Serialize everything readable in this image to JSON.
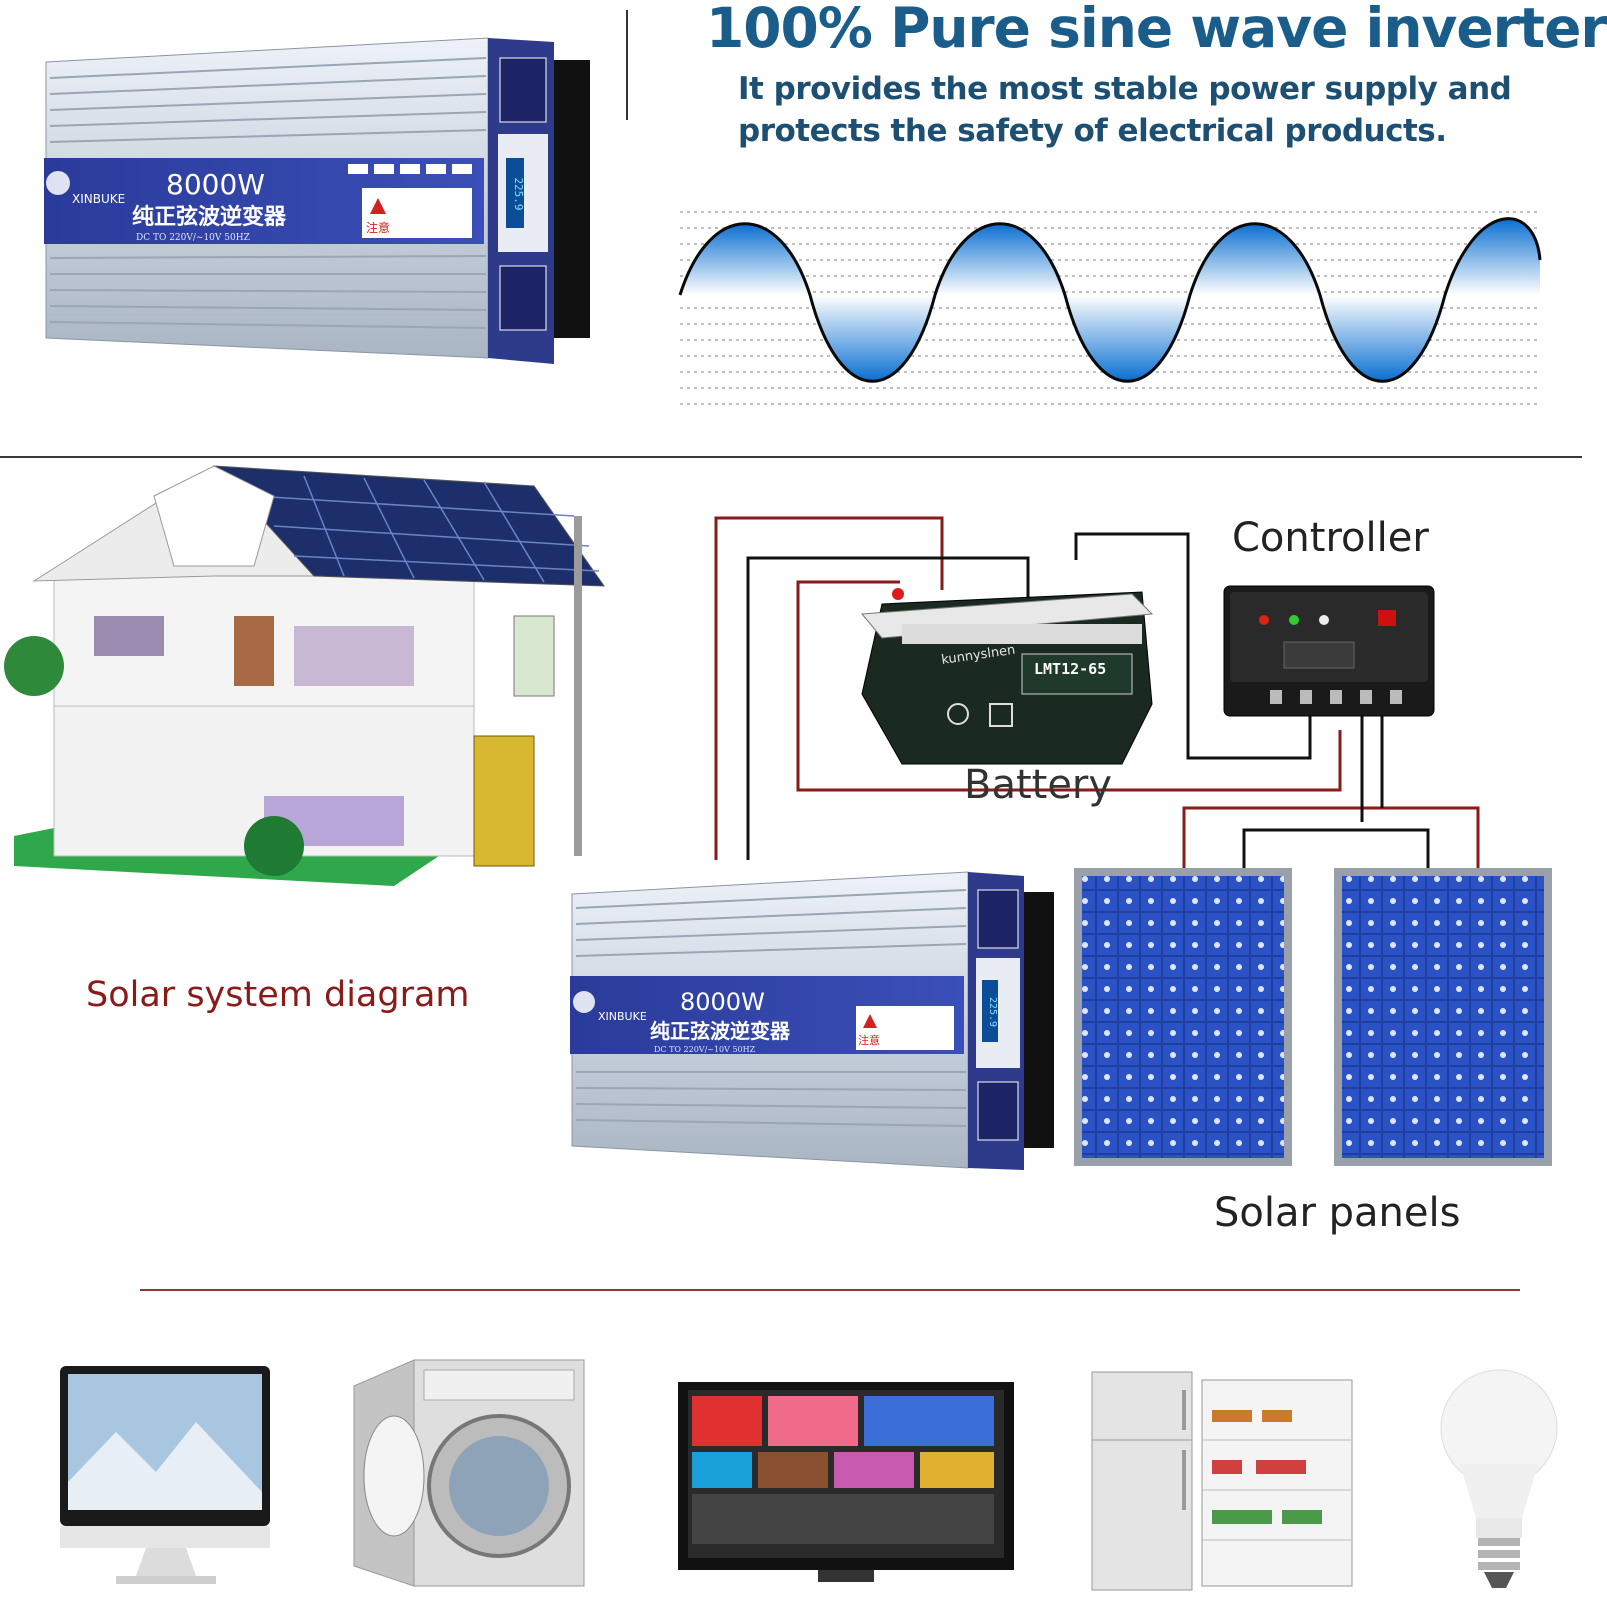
{
  "header": {
    "title": "100% Pure sine wave inverter",
    "subtitle_line1": "It provides the most stable power supply and",
    "subtitle_line2": "protects the safety of electrical products."
  },
  "inverter": {
    "power": "8000W",
    "brand": "XINBUKE",
    "chinese_name": "纯正弦波逆变器",
    "spec": "DC TO 220V/~10V 50HZ",
    "warning": "注意",
    "display_value": "225.9"
  },
  "battery": {
    "brand": "kunnyslnen",
    "model": "LMT12-65"
  },
  "labels": {
    "controller": "Controller",
    "battery": "Battery",
    "solar_panels": "Solar panels",
    "solar_system_diagram": "Solar system diagram"
  },
  "appliances": [
    "computer-monitor",
    "washing-machine",
    "television",
    "refrigerator",
    "light-bulb"
  ],
  "colors": {
    "title_blue": "#1a5c8a",
    "wire_red": "#8b1a1a",
    "wire_black": "#111111",
    "panel_blue": "#1f3fa0",
    "inverter_blue": "#2b3a8c"
  }
}
